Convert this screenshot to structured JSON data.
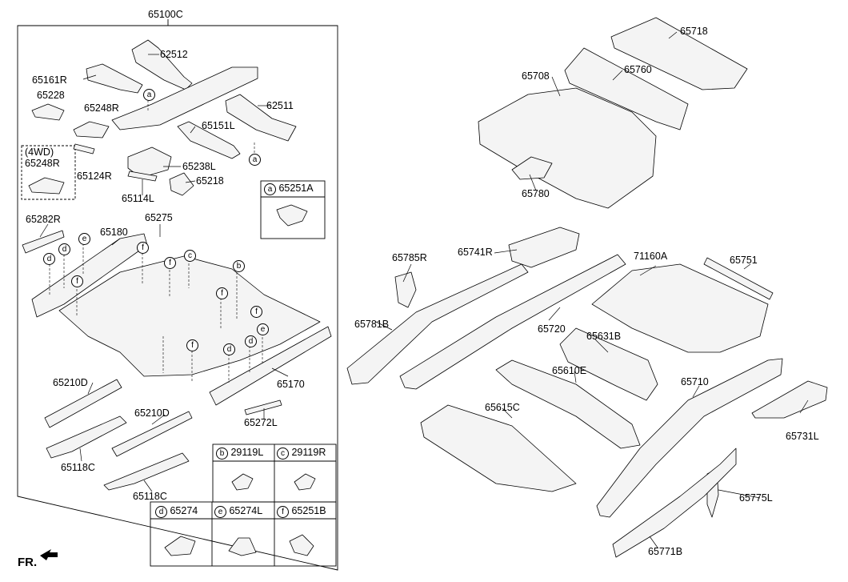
{
  "main_label": "65100C",
  "fr_label": "FR.",
  "fourwd_label": "(4WD)",
  "parts": {
    "p62512": "62512",
    "p65161R": "65161R",
    "p65228": "65228",
    "p65248R": "65248R",
    "p62511": "62511",
    "p65151L": "65151L",
    "p65248R_4wd": "65248R",
    "p65124R": "65124R",
    "p65238L": "65238L",
    "p65218": "65218",
    "p65114L": "65114L",
    "p65282R": "65282R",
    "p65275": "65275",
    "p65180": "65180",
    "p65210D_a": "65210D",
    "p65170": "65170",
    "p65210D_b": "65210D",
    "p65272L": "65272L",
    "p65118C_a": "65118C",
    "p65118C_b": "65118C",
    "p65718": "65718",
    "p65708": "65708",
    "p65760": "65760",
    "p65780": "65780",
    "p65785R": "65785R",
    "p65741R": "65741R",
    "p71160A": "71160A",
    "p65751": "65751",
    "p65781B": "65781B",
    "p65720": "65720",
    "p65631B": "65631B",
    "p65610E": "65610E",
    "p65615C": "65615C",
    "p65710": "65710",
    "p65731L": "65731L",
    "p65775L": "65775L",
    "p65771B": "65771B"
  },
  "boxes": {
    "a": {
      "letter": "a",
      "part": "65251A"
    },
    "b": {
      "letter": "b",
      "part": "29119L"
    },
    "c": {
      "letter": "c",
      "part": "29119R"
    },
    "d": {
      "letter": "d",
      "part": "65274"
    },
    "e": {
      "letter": "e",
      "part": "65274L"
    },
    "f": {
      "letter": "f",
      "part": "65251B"
    }
  },
  "callouts": {
    "a1": "a",
    "a2": "a",
    "d1": "d",
    "d2": "d",
    "e1": "e",
    "f1": "f",
    "f2": "f",
    "f3": "f",
    "c1": "c",
    "b1": "b",
    "f4": "f",
    "f5": "f",
    "f6": "f",
    "d3": "d",
    "d4": "d",
    "e2": "e"
  }
}
